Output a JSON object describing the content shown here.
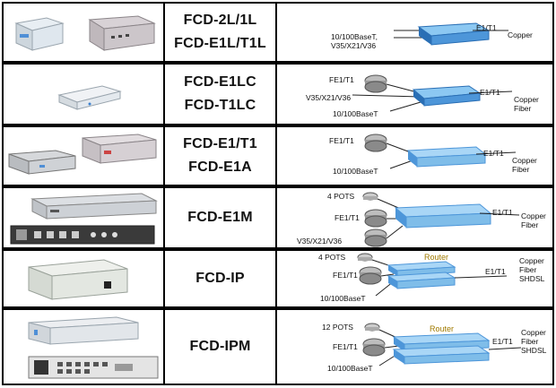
{
  "rows": [
    {
      "models": [
        "FCD-2L/1L",
        "FCD-E1L/T1L"
      ],
      "left": [
        "10/100BaseT,",
        "V35/X21/V36"
      ],
      "right": [
        "E1/T1",
        "Copper"
      ]
    },
    {
      "models": [
        "FCD-E1LC",
        "FCD-T1LC"
      ],
      "left": [
        "FE1/T1",
        "V35/X21/V36",
        "10/100BaseT"
      ],
      "right": [
        "E1/T1",
        "Copper",
        "Fiber"
      ]
    },
    {
      "models": [
        "FCD-E1/T1",
        "FCD-E1A"
      ],
      "left": [
        "FE1/T1",
        "10/100BaseT"
      ],
      "right": [
        "E1/T1",
        "Copper",
        "Fiber"
      ]
    },
    {
      "models": [
        "FCD-E1M"
      ],
      "left": [
        "4 POTS",
        "FE1/T1",
        "V35/X21/V36"
      ],
      "right": [
        "E1/T1",
        "Copper",
        "Fiber"
      ]
    },
    {
      "models": [
        "FCD-IP"
      ],
      "left": [
        "4 POTS",
        "FE1/T1",
        "10/100BaseT"
      ],
      "router": "Router",
      "right": [
        "E1/T1",
        "Copper",
        "Fiber",
        "SHDSL"
      ]
    },
    {
      "models": [
        "FCD-IPM"
      ],
      "left": [
        "12 POTS",
        "FE1/T1",
        "10/100BaseT"
      ],
      "router": "Router",
      "right": [
        "E1/T1",
        "Copper",
        "Fiber",
        "SHDSL"
      ]
    }
  ],
  "colors": {
    "device_blue": "#5aa9e6",
    "device_dark": "#2a6fb5",
    "router_label": "#a07a00",
    "border": "#000000"
  }
}
